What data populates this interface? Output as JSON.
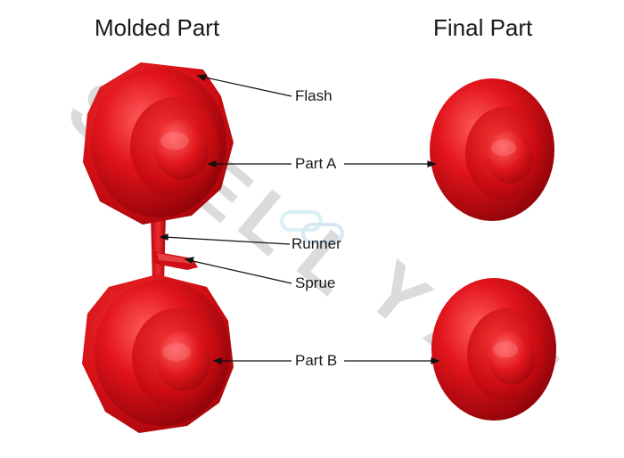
{
  "headings": {
    "molded": "Molded Part",
    "final": "Final Part"
  },
  "labels": {
    "flash": "Flash",
    "part_a": "Part A",
    "runner": "Runner",
    "sprue": "Sprue",
    "part_b": "Part B"
  },
  "watermark": "SHELLYAN",
  "colors": {
    "part_red": "#e2141b",
    "part_dark": "#8f0308",
    "part_light": "#f74a4a",
    "watermark_gray": "#cfcfcf",
    "leader_line": "#111111"
  }
}
